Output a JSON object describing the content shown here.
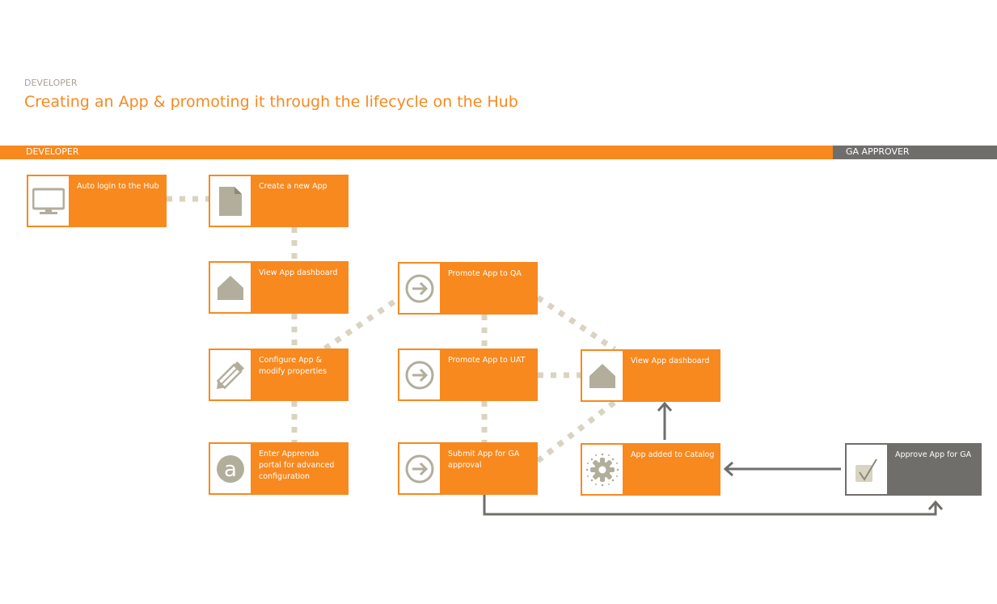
{
  "header": {
    "eyebrow": "DEVELOPER",
    "title": "Creating an App & promoting it through the lifecycle on the Hub"
  },
  "lanes": [
    {
      "label": "DEVELOPER",
      "color": "#f7891f"
    },
    {
      "label": "GA APPROVER",
      "color": "#706e6b"
    }
  ],
  "colors": {
    "accent": "#f7891f",
    "approver": "#706e6b",
    "icon": "#b3ad9c",
    "dotted_connector": "#d9d3c1",
    "arrow": "#706e6b"
  },
  "steps": [
    {
      "id": "auto-login",
      "label": "Auto login to the Hub",
      "icon": "monitor-icon",
      "lane": "DEVELOPER"
    },
    {
      "id": "create-app",
      "label": "Create a new App",
      "icon": "document-icon",
      "lane": "DEVELOPER"
    },
    {
      "id": "view-dashboard-1",
      "label": "View App dashboard",
      "icon": "home-icon",
      "lane": "DEVELOPER"
    },
    {
      "id": "configure-app",
      "label": "Configure App & modify properties",
      "icon": "pencil-icon",
      "lane": "DEVELOPER"
    },
    {
      "id": "enter-portal",
      "label": "Enter Apprenda portal for advanced configuration",
      "icon": "apprenda-logo-icon",
      "lane": "DEVELOPER"
    },
    {
      "id": "promote-qa",
      "label": "Promote App to QA",
      "icon": "arrow-circle-right-icon",
      "lane": "DEVELOPER"
    },
    {
      "id": "promote-uat",
      "label": "Promote App to UAT",
      "icon": "arrow-circle-right-icon",
      "lane": "DEVELOPER"
    },
    {
      "id": "submit-ga",
      "label": "Submit App for GA approval",
      "icon": "arrow-circle-right-icon",
      "lane": "DEVELOPER"
    },
    {
      "id": "view-dashboard-2",
      "label": "View App dashboard",
      "icon": "home-icon",
      "lane": "DEVELOPER"
    },
    {
      "id": "catalog",
      "label": "App added to Catalog",
      "icon": "gear-burst-icon",
      "lane": "DEVELOPER"
    },
    {
      "id": "approve-ga",
      "label": "Approve App for GA",
      "icon": "checkbox-icon",
      "lane": "GA APPROVER"
    }
  ],
  "connections": [
    {
      "from": "auto-login",
      "to": "create-app",
      "style": "dotted"
    },
    {
      "from": "create-app",
      "to": "view-dashboard-1",
      "style": "dotted"
    },
    {
      "from": "view-dashboard-1",
      "to": "configure-app",
      "style": "dotted"
    },
    {
      "from": "configure-app",
      "to": "enter-portal",
      "style": "dotted"
    },
    {
      "from": "configure-app",
      "to": "promote-qa",
      "style": "dotted"
    },
    {
      "from": "promote-qa",
      "to": "promote-uat",
      "style": "dotted"
    },
    {
      "from": "promote-uat",
      "to": "submit-ga",
      "style": "dotted"
    },
    {
      "from": "promote-qa",
      "to": "view-dashboard-2",
      "style": "dotted"
    },
    {
      "from": "promote-uat",
      "to": "view-dashboard-2",
      "style": "dotted"
    },
    {
      "from": "submit-ga",
      "to": "view-dashboard-2",
      "style": "dotted"
    },
    {
      "from": "submit-ga",
      "to": "approve-ga",
      "style": "arrow"
    },
    {
      "from": "approve-ga",
      "to": "catalog",
      "style": "arrow"
    },
    {
      "from": "catalog",
      "to": "view-dashboard-2",
      "style": "arrow"
    }
  ]
}
